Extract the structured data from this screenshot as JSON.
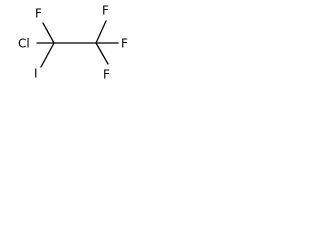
{
  "molecule": {
    "atoms": {
      "c1_left": "Cl",
      "c1_top": "F",
      "c1_bottom": "I",
      "c2_top": "F",
      "c2_right": "F",
      "c2_bottom": "F"
    }
  }
}
